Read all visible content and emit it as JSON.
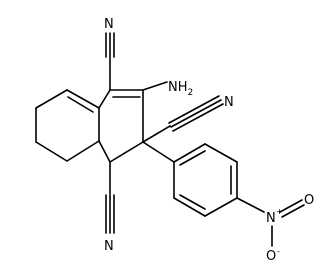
{
  "molecule": {
    "labels": {
      "cn_top_n": "N",
      "cn_mid_n": "N",
      "cn_bottom_n": "N",
      "amino": "NH",
      "amino_sub": "2",
      "nitro_n": "N",
      "nitro_n_charge": "+",
      "nitro_o_right": "O",
      "nitro_o_bottom": "O",
      "nitro_o_bottom_charge": "-"
    },
    "colors": {
      "ink": "#000000",
      "background": "#ffffff"
    }
  }
}
